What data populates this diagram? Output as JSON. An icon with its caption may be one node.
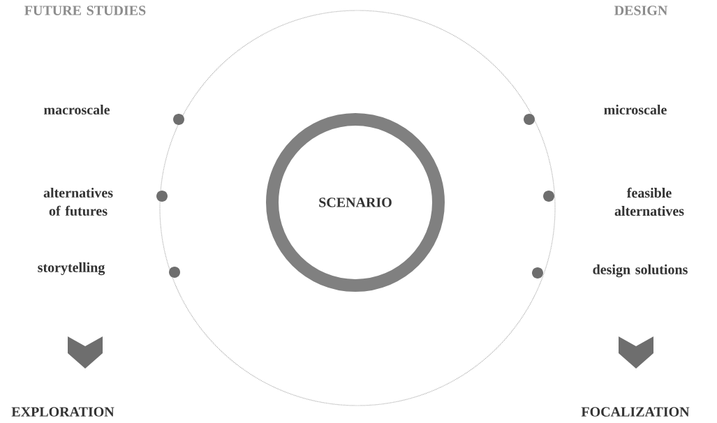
{
  "diagram": {
    "nodes": [
      {
        "text": [
          "SCENARIO"
        ]
      }
    ],
    "labels": [
      "FUTURE STUDIES",
      "DESIGN",
      "macroscale",
      "microscale",
      "alternatives of futures",
      "feasible alternatives",
      "storytelling",
      "design solutions",
      "EXPLORATION",
      "FOCALIZATION"
    ]
  }
}
